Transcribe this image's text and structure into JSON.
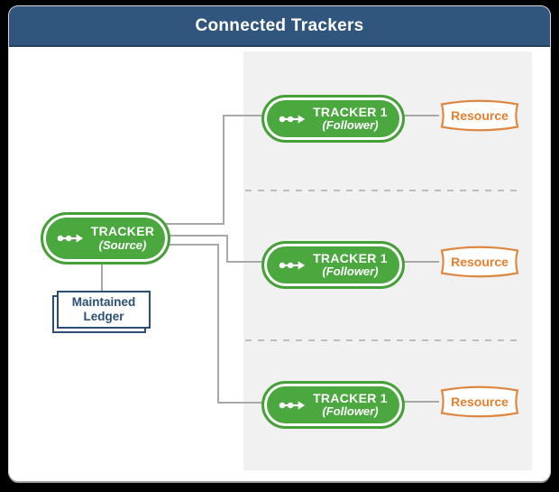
{
  "header": {
    "title": "Connected Trackers"
  },
  "source": {
    "title": "TRACKER",
    "subtitle": "(Source)",
    "icon": "tracker-icon"
  },
  "followers": [
    {
      "title": "TRACKER 1",
      "subtitle": "(Follower)",
      "resource_label": "Resource"
    },
    {
      "title": "TRACKER 1",
      "subtitle": "(Follower)",
      "resource_label": "Resource"
    },
    {
      "title": "TRACKER 1",
      "subtitle": "(Follower)",
      "resource_label": "Resource"
    }
  ],
  "ledger": {
    "line1": "Maintained",
    "line2": "Ledger"
  },
  "colors": {
    "header_bg": "#31567D",
    "header_border": "#24415C",
    "tracker_green": "#4BA83E",
    "resource_orange": "#DE8741",
    "resource_text": "#E9802F",
    "ledger_blue": "#2A4E73",
    "connector_gray": "#A8A8A8",
    "panel_gray": "#F1F1F1",
    "dash_gray": "#BDBDBD"
  }
}
